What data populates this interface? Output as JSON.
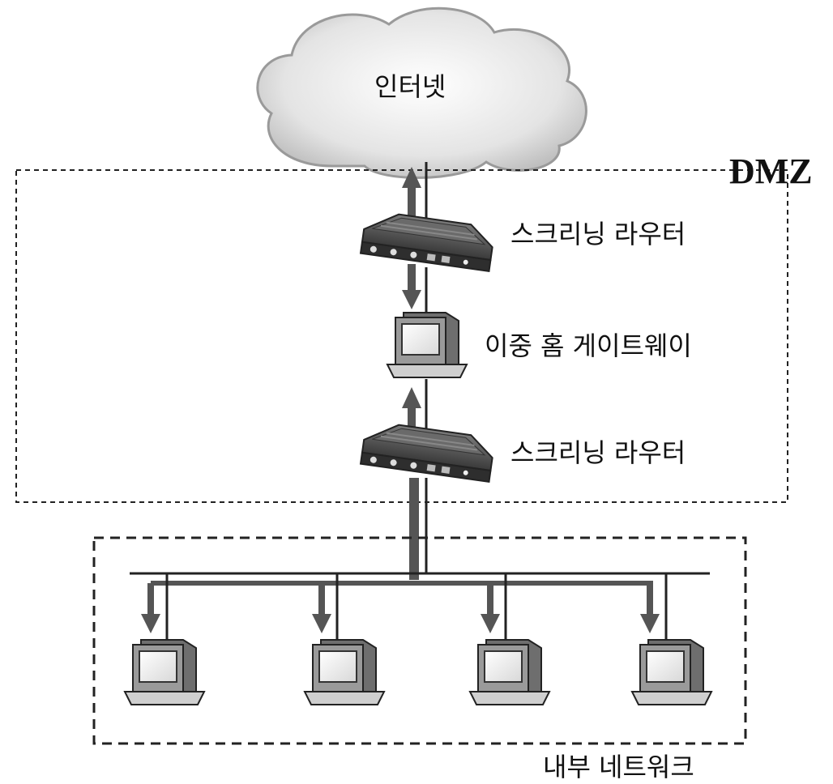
{
  "title_fragment": "",
  "cloud_label": "인터넷",
  "zone_label": "DMZ",
  "upper_router_label": "스크리닝 라우터",
  "gateway_label": "이중 홈 게이트웨이",
  "lower_router_label": "스크리닝 라우터",
  "internal_network_label": "내부 네트워크",
  "colors": {
    "line": "#222222",
    "arrow": "#555555",
    "cloud": "#e6e6e6",
    "device": "#5a5a5a"
  },
  "icons": [
    "cloud-icon",
    "router-icon",
    "computer-icon"
  ]
}
